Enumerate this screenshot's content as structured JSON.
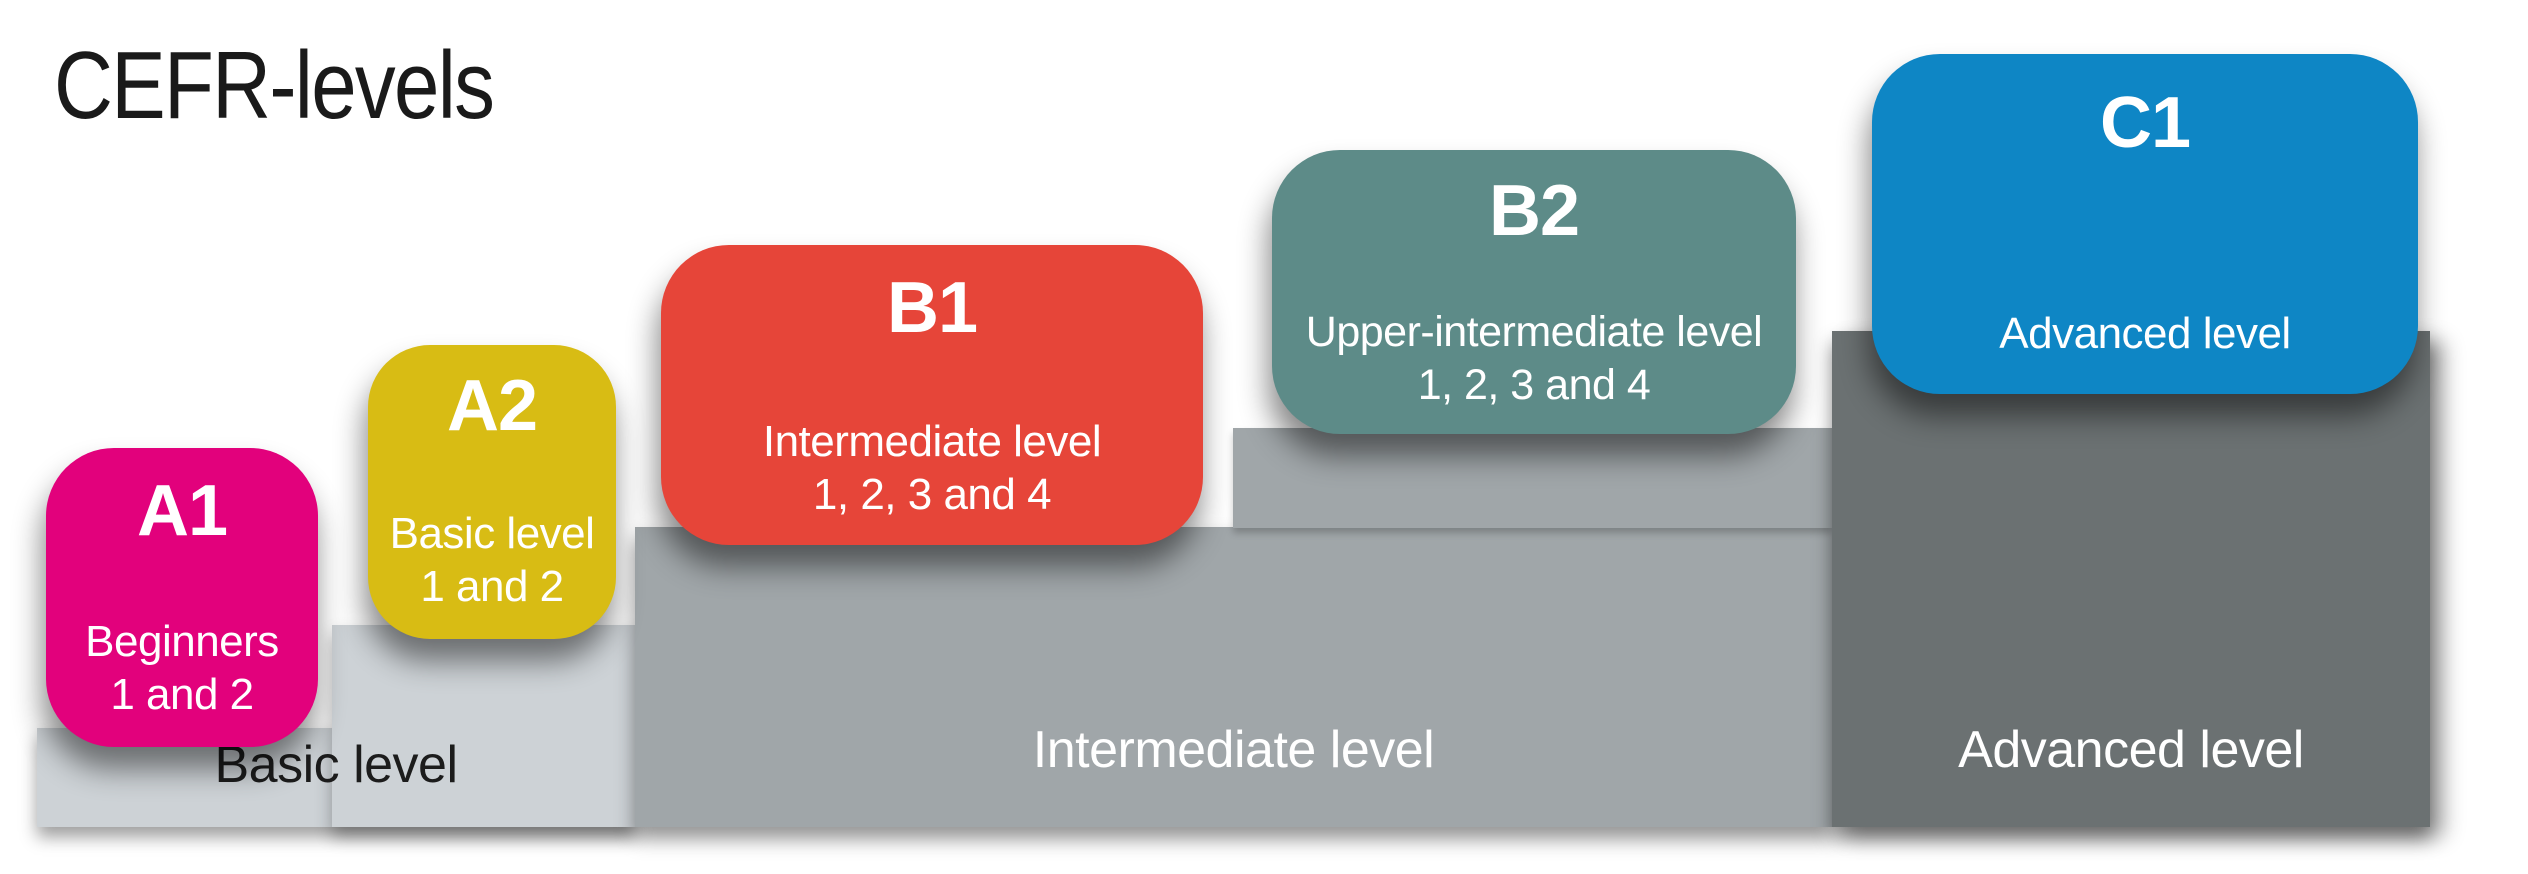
{
  "title": "CEFR-levels",
  "badges": [
    {
      "code": "A1",
      "lines": [
        "Beginners",
        "1 and 2"
      ],
      "color": "#e2017c"
    },
    {
      "code": "A2",
      "lines": [
        "Basic level",
        "1 and 2"
      ],
      "color": "#d8bc14"
    },
    {
      "code": "B1",
      "lines": [
        "Intermediate level",
        "1, 2, 3 and 4"
      ],
      "color": "#e64539"
    },
    {
      "code": "B2",
      "lines": [
        "Upper-intermediate level",
        "1, 2, 3 and 4"
      ],
      "color": "#5d8b88"
    },
    {
      "code": "C1",
      "lines": [
        "Advanced level"
      ],
      "color": "#0e86c5"
    }
  ],
  "steps": [
    {
      "label": "Basic level",
      "color": "#cdd2d6",
      "text_color": "#1c1c1c"
    },
    {
      "label": "Intermediate level",
      "color": "#a0a6a9",
      "text_color": "#ffffff"
    },
    {
      "label": "Advanced level",
      "color": "#6b7172",
      "text_color": "#ffffff"
    }
  ],
  "title_color": "#1a1a1a"
}
